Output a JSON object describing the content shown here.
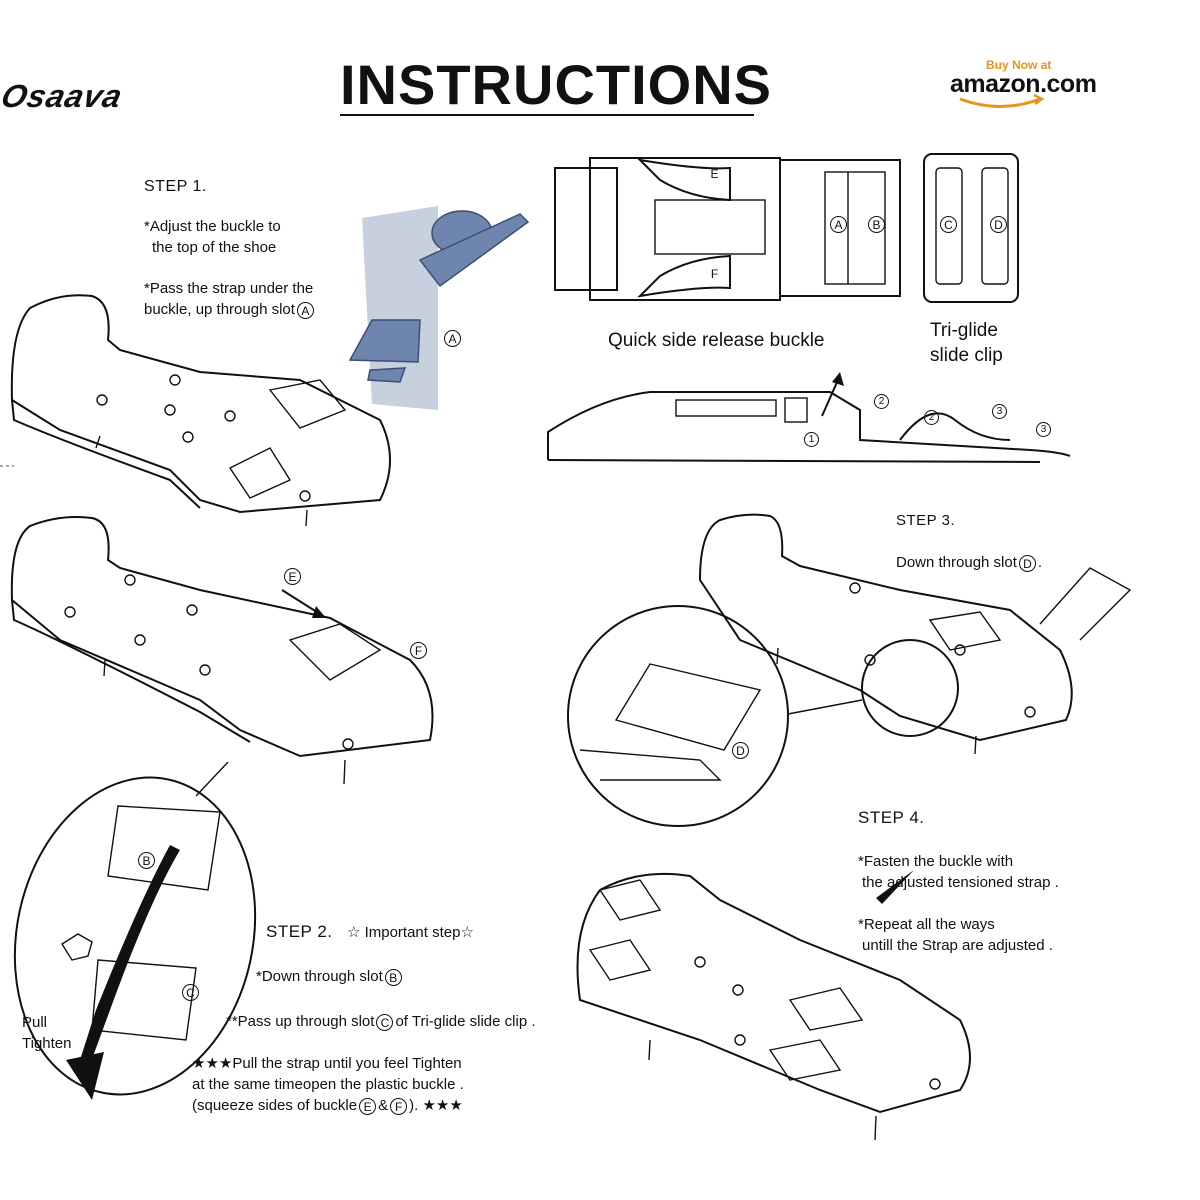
{
  "header": {
    "brand": "Osaava",
    "title": "INSTRUCTIONS",
    "amazon_buy": "Buy Now at",
    "amazon_name": "amazon.com"
  },
  "buckle": {
    "caption": "Quick side release buckle",
    "labels": [
      "E",
      "F",
      "A",
      "B"
    ]
  },
  "triglide": {
    "caption_line1": "Tri-glide",
    "caption_line2": "slide clip",
    "labels": [
      "C",
      "D"
    ]
  },
  "step1": {
    "heading": "STEP 1.",
    "line1": "*Adjust the buckle to",
    "line2": "the top of the shoe",
    "line3": "*Pass the strap under the",
    "line4_pre": "buckle, up through slot",
    "line4_slot": "A",
    "callout": "A"
  },
  "sequence_numbers": [
    "1",
    "2",
    "2",
    "3",
    "3"
  ],
  "step2": {
    "heading": "STEP 2.",
    "important": "☆ Important step☆",
    "line1_pre": "*Down through slot",
    "line1_slot": "B",
    "line2_pre": "**Pass up through slot",
    "line2_slot": "C",
    "line2_post": "of Tri-glide slide clip .",
    "line3": "★★★Pull the strap until you feel Tighten",
    "line4": "at the same timeopen the plastic buckle .",
    "line5_pre": "(squeeze sides of buckle",
    "line5_slot1": "E",
    "line5_amp": "&",
    "line5_slot2": "F",
    "line5_post": "). ★★★",
    "callout_e": "E",
    "callout_f": "F",
    "callout_b": "B",
    "callout_c": "C",
    "pull_label": "Pull",
    "tighten_label": "Tighten"
  },
  "step3": {
    "heading": "STEP 3.",
    "line1_pre": "Down through slot",
    "line1_slot": "D",
    "line1_post": ".",
    "callout_d": "D"
  },
  "step4": {
    "heading": "STEP 4.",
    "line1": "*Fasten the buckle with",
    "line2": "the adjusted tensioned strap .",
    "line3": "*Repeat all the ways",
    "line4": "untill the Strap are adjusted ."
  }
}
